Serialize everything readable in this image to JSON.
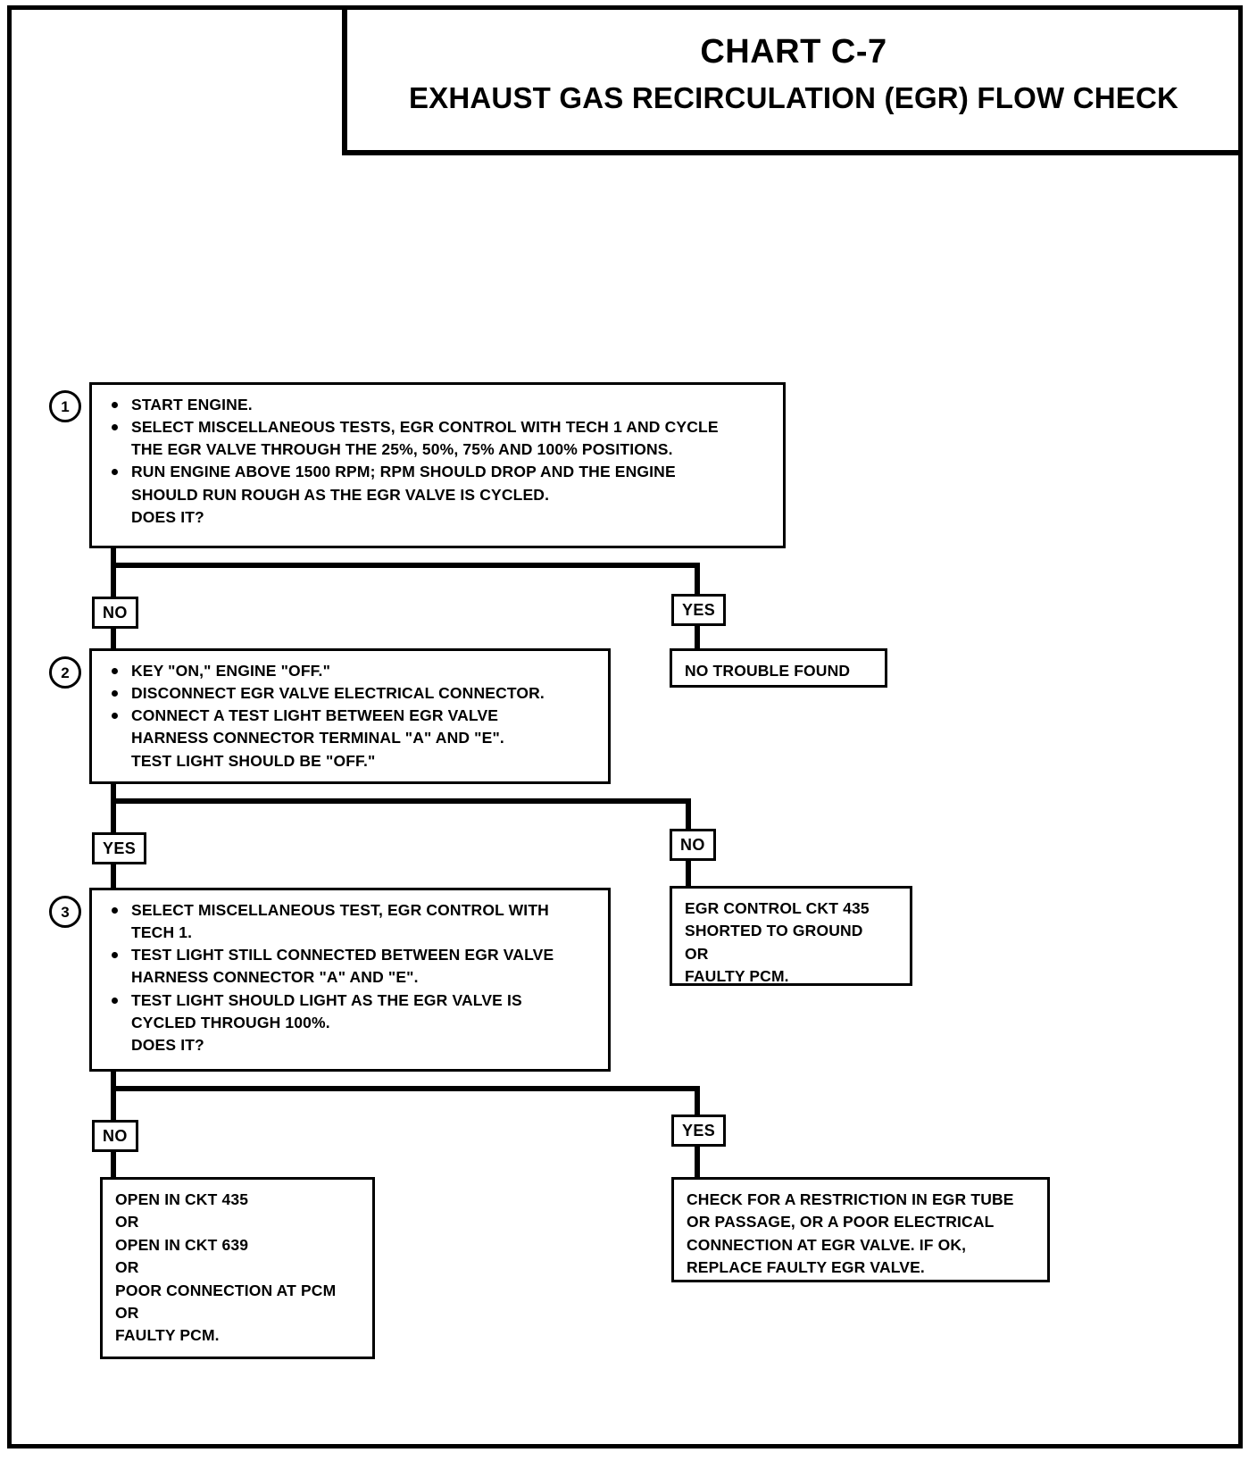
{
  "document": {
    "title_main": "CHART C-7",
    "title_sub": "EXHAUST GAS RECIRCULATION (EGR) FLOW CHECK"
  },
  "steps": [
    {
      "number": "1",
      "lines": [
        {
          "text": "START ENGINE.",
          "bullet": true
        },
        {
          "text": "SELECT MISCELLANEOUS TESTS, EGR CONTROL WITH TECH 1 AND CYCLE",
          "bullet": true
        },
        {
          "text": "THE EGR VALVE THROUGH THE 25%, 50%, 75% AND 100% POSITIONS.",
          "bullet": false
        },
        {
          "text": "RUN ENGINE ABOVE 1500 RPM; RPM SHOULD DROP AND THE ENGINE",
          "bullet": true
        },
        {
          "text": "SHOULD RUN ROUGH AS THE EGR VALVE IS CYCLED.",
          "bullet": false
        },
        {
          "text": "DOES IT?",
          "bullet": false
        }
      ]
    },
    {
      "number": "2",
      "lines": [
        {
          "text": "KEY \"ON,\" ENGINE \"OFF.\"",
          "bullet": true
        },
        {
          "text": "DISCONNECT EGR VALVE ELECTRICAL CONNECTOR.",
          "bullet": true
        },
        {
          "text": "CONNECT A TEST LIGHT BETWEEN EGR VALVE",
          "bullet": true
        },
        {
          "text": "HARNESS CONNECTOR TERMINAL \"A\" AND \"E\".",
          "bullet": false
        },
        {
          "text": "TEST LIGHT SHOULD BE \"OFF.\"",
          "bullet": false
        }
      ]
    },
    {
      "number": "3",
      "lines": [
        {
          "text": "SELECT MISCELLANEOUS TEST, EGR CONTROL WITH",
          "bullet": true
        },
        {
          "text": "TECH 1.",
          "bullet": false
        },
        {
          "text": "TEST LIGHT STILL CONNECTED BETWEEN EGR VALVE",
          "bullet": true
        },
        {
          "text": "HARNESS CONNECTOR \"A\" AND \"E\".",
          "bullet": false
        },
        {
          "text": "TEST LIGHT SHOULD LIGHT AS THE EGR VALVE IS",
          "bullet": true
        },
        {
          "text": "CYCLED THROUGH 100%.",
          "bullet": false
        },
        {
          "text": "DOES IT?",
          "bullet": false
        }
      ]
    }
  ],
  "branches": {
    "step1_no": "NO",
    "step1_yes": "YES",
    "step2_yes": "YES",
    "step2_no": "NO",
    "step3_no": "NO",
    "step3_yes": "YES"
  },
  "results": {
    "no_trouble_found": {
      "lines": [
        "NO TROUBLE FOUND"
      ]
    },
    "egr_shorted": {
      "lines": [
        "EGR CONTROL CKT 435",
        "SHORTED TO GROUND",
        "OR",
        "FAULTY PCM."
      ]
    },
    "open_circuit": {
      "lines": [
        "OPEN IN CKT 435",
        "OR",
        "OPEN IN CKT 639",
        "OR",
        "POOR CONNECTION AT PCM",
        "OR",
        "FAULTY PCM."
      ]
    },
    "check_restriction": {
      "lines": [
        "CHECK FOR A RESTRICTION IN EGR TUBE",
        "OR PASSAGE, OR A POOR ELECTRICAL",
        "CONNECTION AT EGR VALVE.  IF OK,",
        "REPLACE FAULTY EGR VALVE."
      ]
    }
  },
  "colors": {
    "ink": "#000000",
    "paper": "#ffffff"
  }
}
